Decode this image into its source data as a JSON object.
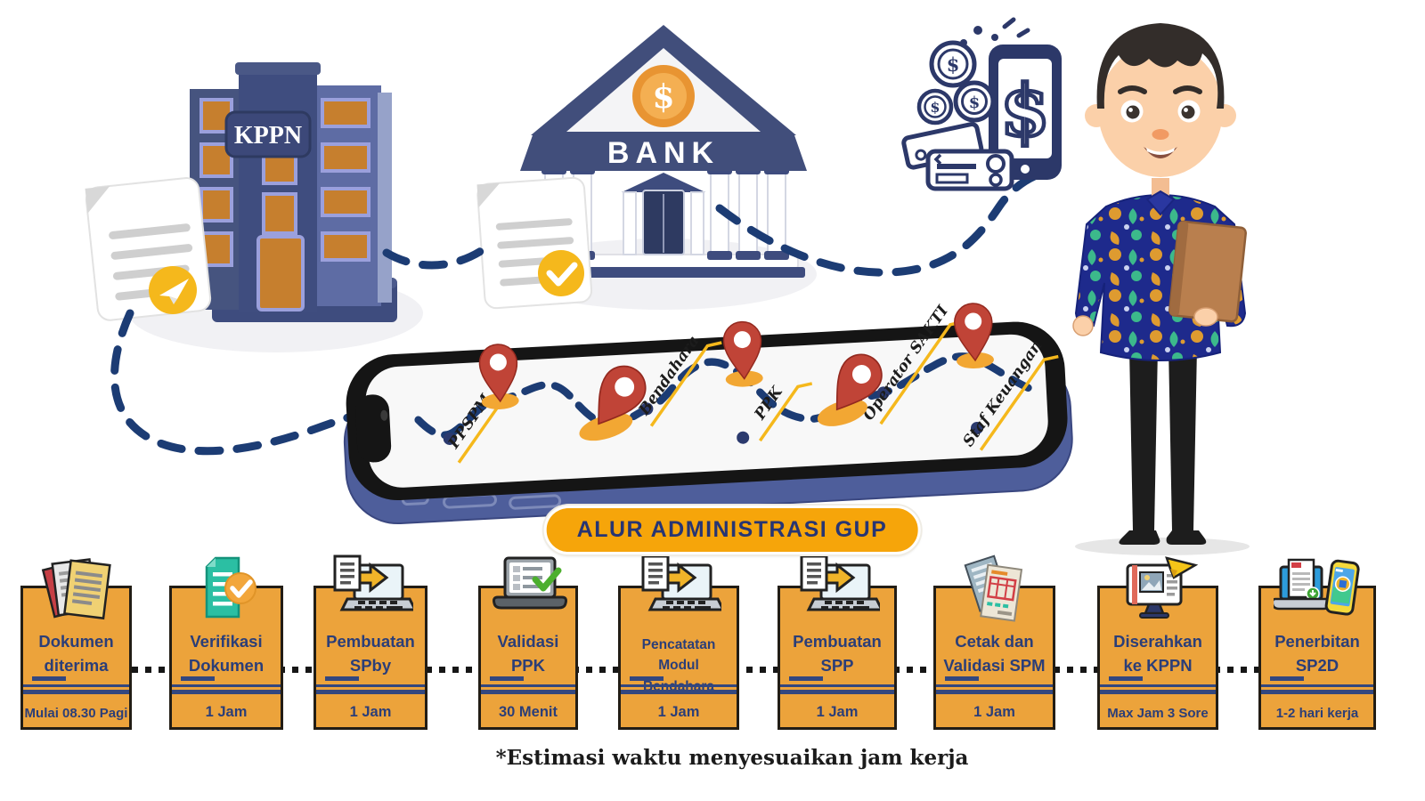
{
  "scene": {
    "kppn_label": "KPPN",
    "bank_label": "BANK",
    "currency": "$",
    "route_stops": [
      "PPSPM",
      "Bendahara",
      "PPK",
      "Operator SAKTI",
      "Staf Keuangan"
    ]
  },
  "badge": {
    "title": "ALUR ADMINISTRASI GUP"
  },
  "steps": [
    {
      "title": "Dokumen diterima",
      "time": "Mulai 08.30 Pagi",
      "icon": "documents-stack-icon"
    },
    {
      "title": "Verifikasi Dokumen",
      "time": "1 Jam",
      "icon": "document-check-icon"
    },
    {
      "title": "Pembuatan SPby",
      "time": "1 Jam",
      "icon": "laptop-upload-icon"
    },
    {
      "title": "Validasi PPK",
      "time": "30 Menit",
      "icon": "laptop-checklist-icon"
    },
    {
      "title": "Pencatatan Modul Bendahara",
      "time": "1 Jam",
      "icon": "laptop-upload-icon"
    },
    {
      "title": "Pembuatan SPP",
      "time": "1 Jam",
      "icon": "laptop-upload-icon"
    },
    {
      "title": "Cetak dan Validasi SPM",
      "time": "1 Jam",
      "icon": "invoice-icon"
    },
    {
      "title": "Diserahkan ke KPPN",
      "time": "Max Jam 3 Sore",
      "icon": "monitor-send-icon"
    },
    {
      "title": "Penerbitan SP2D",
      "time": "1-2 hari kerja",
      "icon": "laptop-phone-icon"
    }
  ],
  "footer": {
    "note": "*Estimasi waktu menyesuaikan jam kerja"
  },
  "colors": {
    "card_orange": "#ECA33B",
    "navy_text": "#2B3E78",
    "route_blue": "#1C3C74",
    "badge_orange": "#F6A50A",
    "pin_red": "#C04437",
    "accent_yellow": "#F5B81C",
    "building_navy": "#3E4C7E",
    "teal": "#2BBFA3"
  }
}
